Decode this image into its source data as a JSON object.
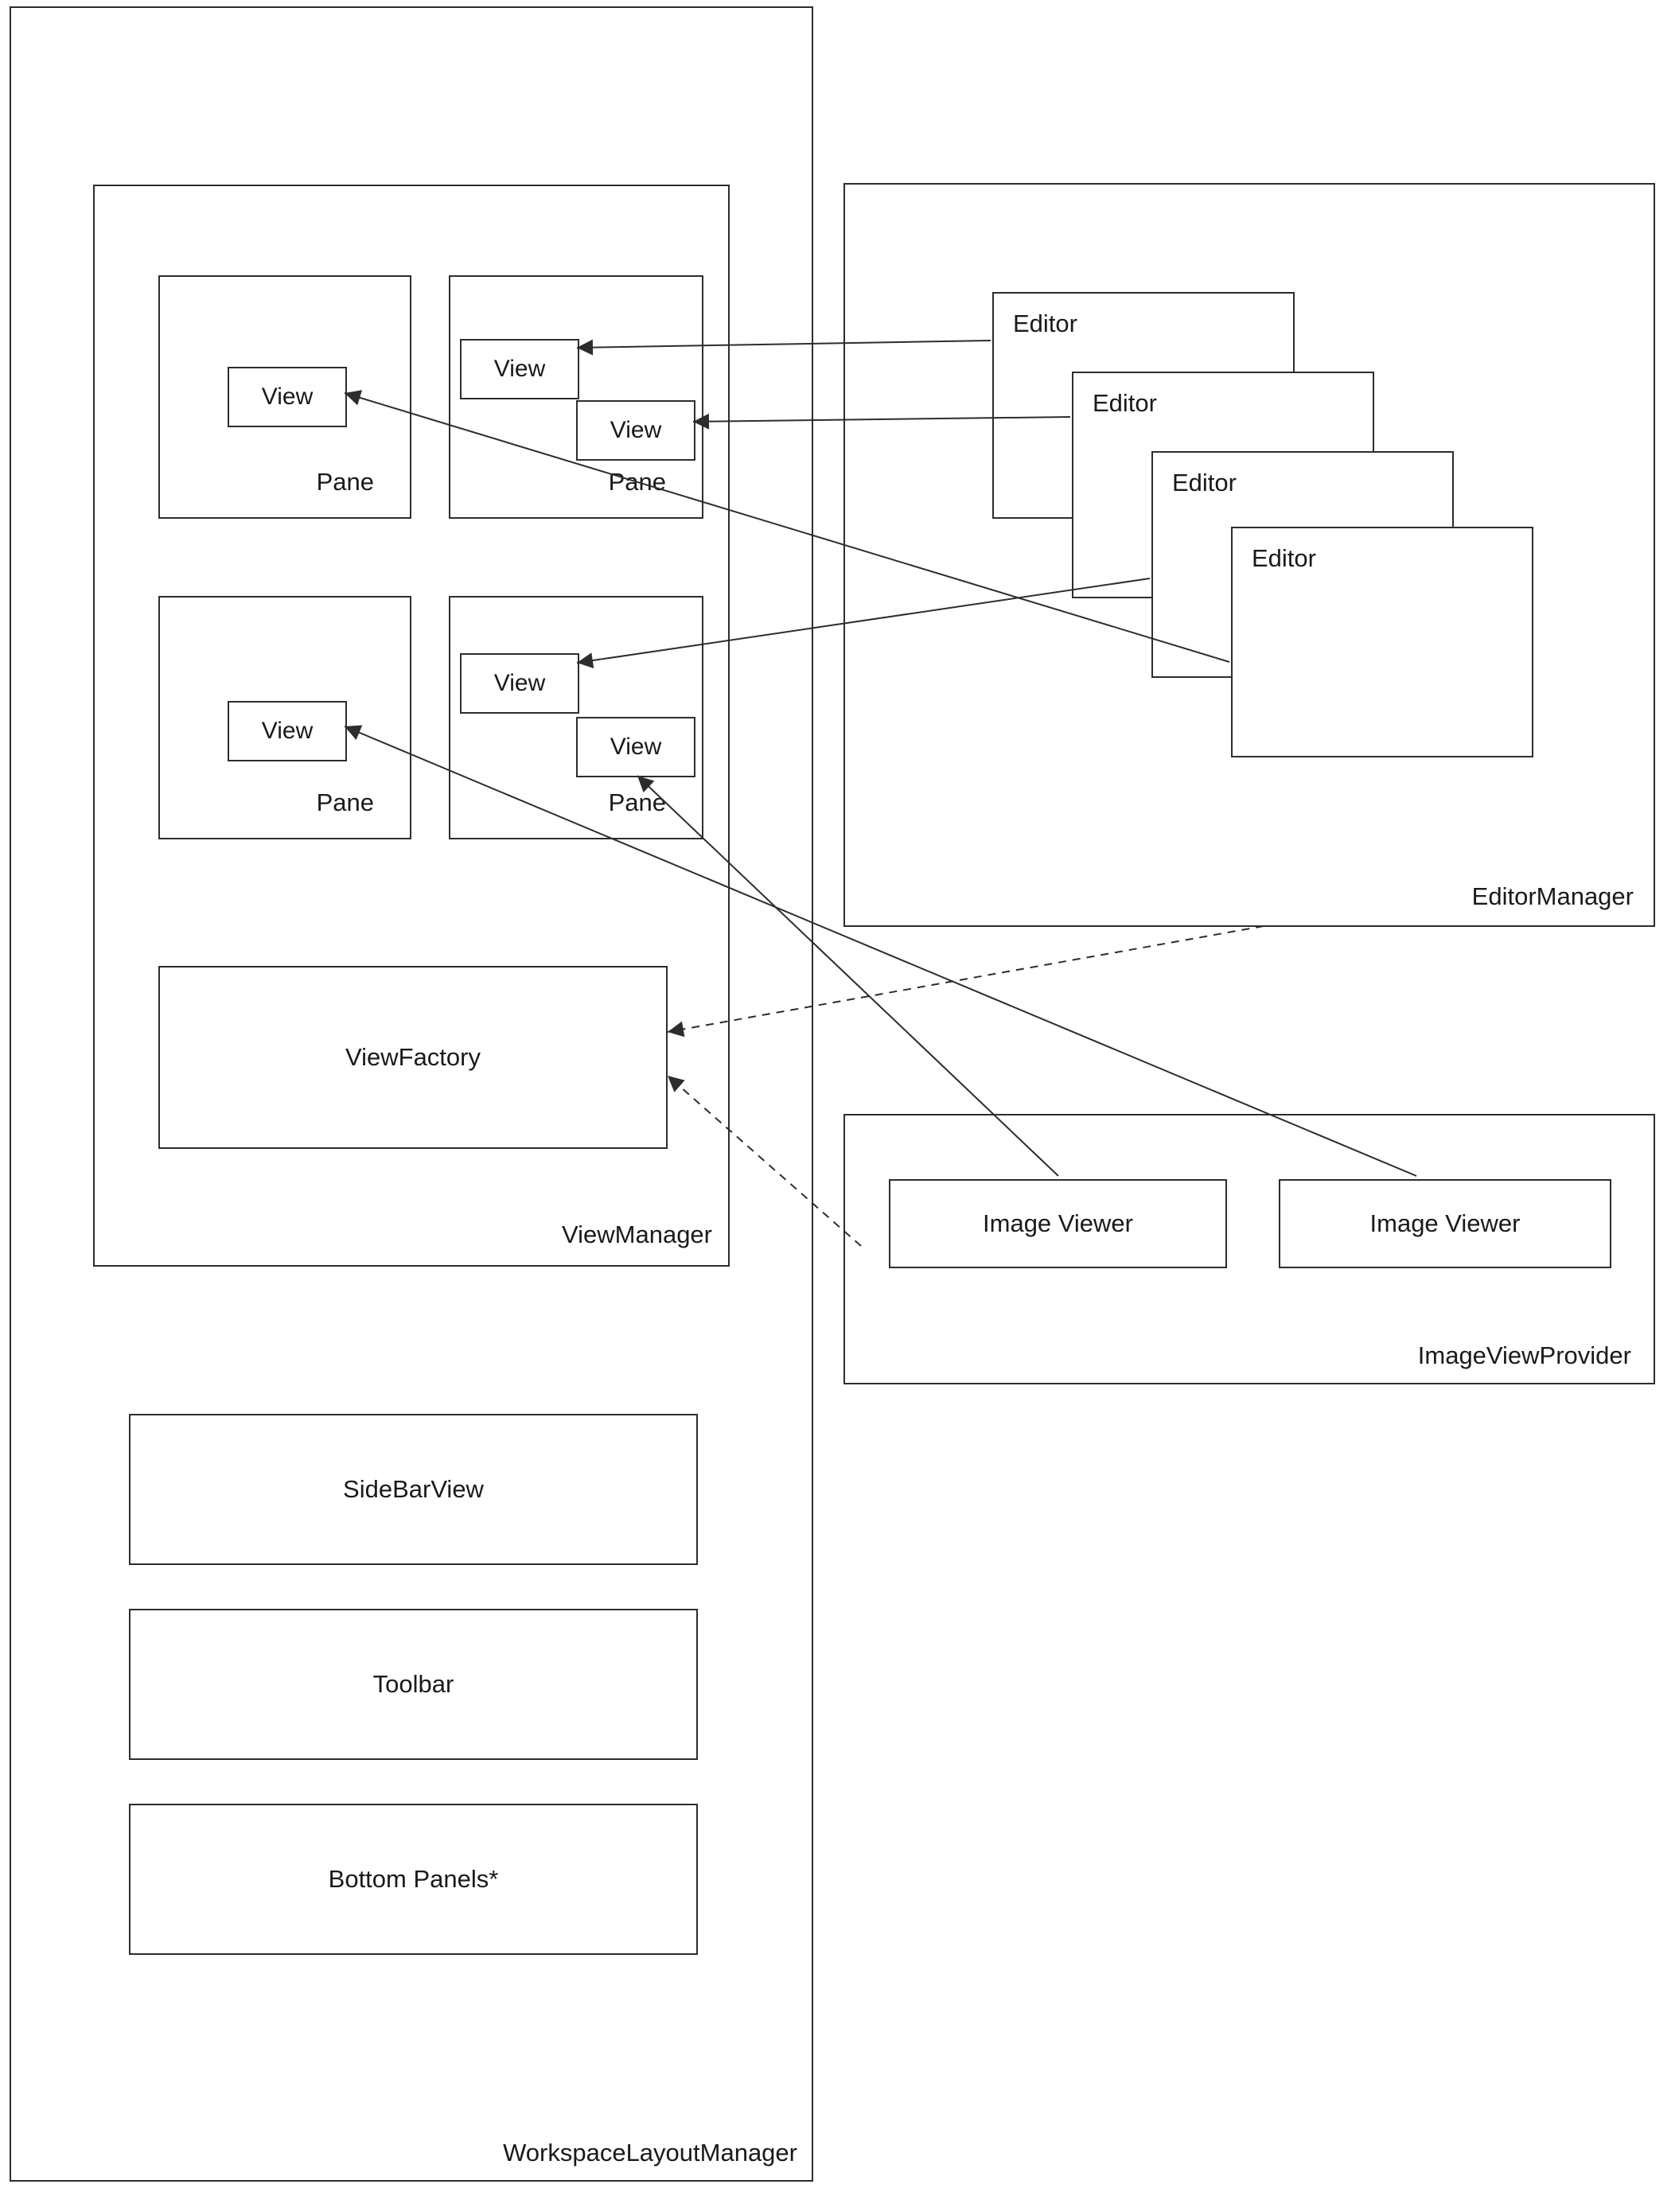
{
  "diagram": {
    "workspace_layout_manager": {
      "label": "WorkspaceLayoutManager",
      "view_manager": {
        "label": "ViewManager",
        "panes": [
          {
            "label": "Pane",
            "views": [
              {
                "label": "View"
              }
            ]
          },
          {
            "label": "Pane",
            "views": [
              {
                "label": "View"
              },
              {
                "label": "View"
              }
            ]
          },
          {
            "label": "Pane",
            "views": [
              {
                "label": "View"
              }
            ]
          },
          {
            "label": "Pane",
            "views": [
              {
                "label": "View"
              },
              {
                "label": "View"
              }
            ]
          }
        ],
        "view_factory": {
          "label": "ViewFactory"
        }
      },
      "sidebar_view": {
        "label": "SideBarView"
      },
      "toolbar": {
        "label": "Toolbar"
      },
      "bottom_panels": {
        "label": "Bottom Panels*"
      }
    },
    "editor_manager": {
      "label": "EditorManager",
      "editors": [
        {
          "label": "Editor"
        },
        {
          "label": "Editor"
        },
        {
          "label": "Editor"
        },
        {
          "label": "Editor"
        }
      ]
    },
    "image_view_provider": {
      "label": "ImageViewProvider",
      "image_viewers": [
        {
          "label": "Image Viewer"
        },
        {
          "label": "Image Viewer"
        }
      ]
    },
    "connections": [
      {
        "from": "editor-1",
        "to": "pane-top-right-view-1",
        "style": "solid-arrow"
      },
      {
        "from": "editor-2",
        "to": "pane-top-right-view-2",
        "style": "solid-arrow"
      },
      {
        "from": "editor-3",
        "to": "pane-bottom-right-view-1",
        "style": "solid-arrow"
      },
      {
        "from": "editor-4",
        "to": "pane-top-left-view",
        "style": "solid-arrow"
      },
      {
        "from": "image-viewer-1",
        "to": "pane-bottom-right-view-2",
        "style": "solid-arrow"
      },
      {
        "from": "image-viewer-2",
        "to": "pane-bottom-left-view",
        "style": "solid-arrow"
      },
      {
        "from": "editor-manager",
        "to": "view-factory",
        "style": "dashed-arrow"
      },
      {
        "from": "image-view-provider",
        "to": "view-factory",
        "style": "dashed-arrow"
      }
    ]
  }
}
